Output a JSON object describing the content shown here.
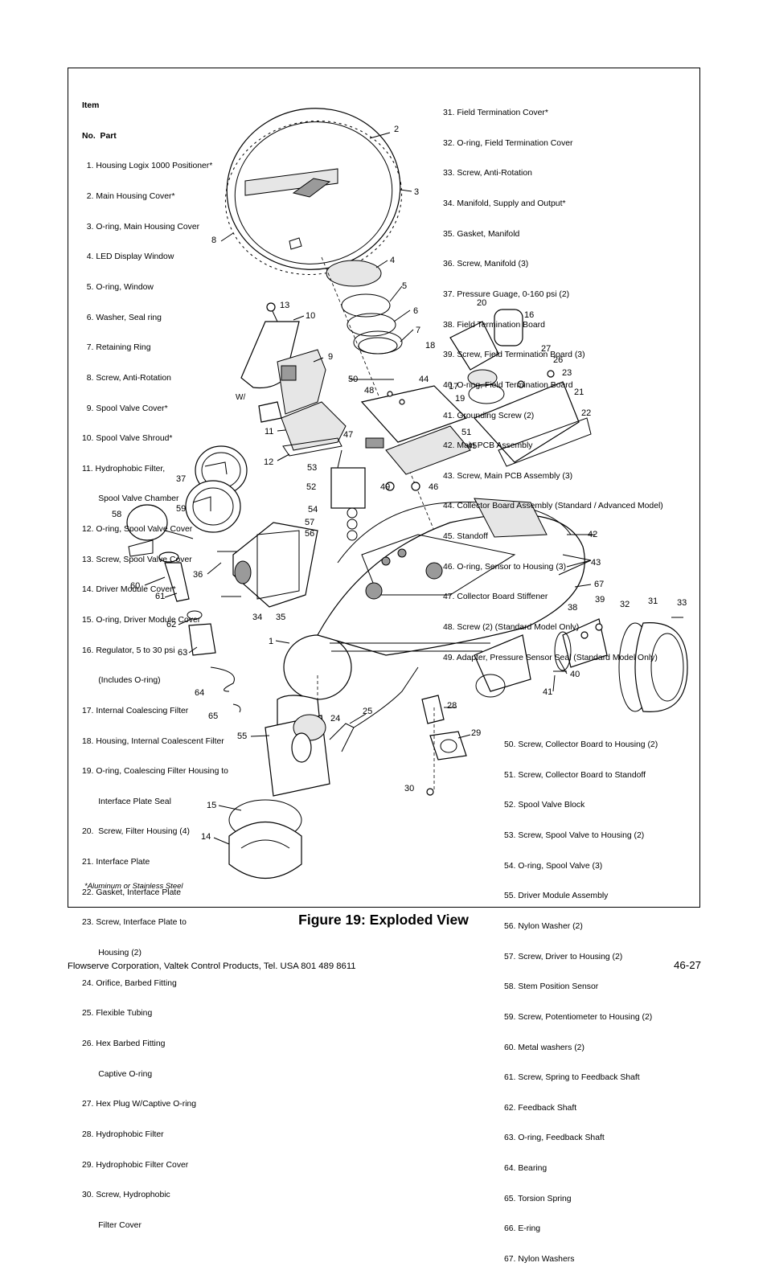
{
  "legend_header": {
    "line1": "Item",
    "line2": "No.  Part"
  },
  "legend_left": [
    "  1. Housing Logix 1000 Positioner*",
    "  2. Main Housing Cover*",
    "  3. O-ring, Main Housing Cover",
    "  4. LED Display Window",
    "  5. O-ring, Window",
    "  6. Washer, Seal ring",
    "  7. Retaining Ring",
    "  8. Screw, Anti-Rotation",
    "  9. Spool Valve Cover*",
    "10. Spool Valve Shroud*",
    "11. Hydrophobic Filter,",
    "       Spool Valve Chamber",
    "12. O-ring, Spool Valve Cover",
    "13. Screw, Spool Valve Cover",
    "14. Driver Module Cover*",
    "15. O-ring, Driver Module Cover",
    "16. Regulator, 5 to 30 psi",
    "       (Includes O-ring)",
    "17. Internal Coalescing Filter",
    "18. Housing, Internal Coalescent Filter",
    "19. O-ring, Coalescing Filter Housing to",
    "       Interface Plate Seal",
    "20.  Screw, Filter Housing (4)",
    "21. Interface Plate",
    "22. Gasket, Interface Plate",
    "23. Screw, Interface Plate to",
    "       Housing (2)",
    "24. Orifice, Barbed Fitting",
    "25. Flexible Tubing",
    "26. Hex Barbed Fitting",
    "       Captive O-ring",
    "27. Hex Plug W/Captive O-ring",
    "28. Hydrophobic Filter",
    "29. Hydrophobic Filter Cover",
    "30. Screw, Hydrophobic",
    "       Filter Cover"
  ],
  "legend_right_top": [
    "31. Field Termination Cover*",
    "32. O-ring, Field Termination Cover",
    "33. Screw, Anti-Rotation",
    "34. Manifold, Supply and Output*",
    "35. Gasket, Manifold",
    "36. Screw, Manifold (3)",
    "37. Pressure Guage, 0-160 psi (2)",
    "38. Field Termination Board",
    "39. Screw, Field Termination Board (3)",
    "40. O-ring, Field Termination Board",
    "41. Grounding Screw (2)",
    "42. Main PCB Assembly",
    "43. Screw, Main PCB Assembly (3)",
    "44. Collector Board Assembly (Standard / Advanced Model)",
    "45. Standoff",
    "46. O-ring, Sensor to Housing (3)",
    "47. Collector Board Stiffener",
    "48. Screw (2) (Standard Model Only)",
    "49. Adapter, Pressure Sensor Seal (Standard Model Only)"
  ],
  "legend_right_bottom": [
    "50. Screw, Collector Board to Housing (2)",
    "51. Screw, Collector Board to Standoff",
    "52. Spool Valve Block",
    "53. Screw, Spool Valve to Housing (2)",
    "54. O-ring, Spool Valve (3)",
    "55. Driver Module Assembly",
    "56. Nylon Washer (2)",
    "57. Screw, Driver to Housing (2)",
    "58. Stem Position Sensor",
    "59. Screw, Potentiometer to Housing (2)",
    "60. Metal washers (2)",
    "61. Screw, Spring to Feedback Shaft",
    "62. Feedback Shaft",
    "63. O-ring, Feedback Shaft",
    "64. Bearing",
    "65. Torsion Spring",
    "66. E-ring",
    "67. Nylon Washers"
  ],
  "callouts": [
    "2",
    "3",
    "8",
    "4",
    "5",
    "6",
    "7",
    "13",
    "10",
    "9",
    "W/",
    "11",
    "12",
    "20",
    "16",
    "18",
    "27",
    "26",
    "23",
    "50",
    "44",
    "48",
    "17",
    "21",
    "19",
    "22",
    "47",
    "51",
    "45",
    "53",
    "52",
    "49",
    "46",
    "37",
    "58",
    "59",
    "54",
    "57",
    "56",
    "42",
    "43",
    "36",
    "60",
    "61",
    "67",
    "38",
    "39",
    "32",
    "31",
    "33",
    "34",
    "35",
    "62",
    "1",
    "63",
    "40",
    "41",
    "64",
    "65",
    "25",
    "28",
    "24",
    "55",
    "29",
    "15",
    "30",
    "14"
  ],
  "note": "*Aluminum or Stainless Steel",
  "caption": "Figure 19: Exploded View",
  "footer": "Flowserve Corporation, Valtek Control Products, Tel. USA 801 489 8611",
  "page_number": "46-27"
}
